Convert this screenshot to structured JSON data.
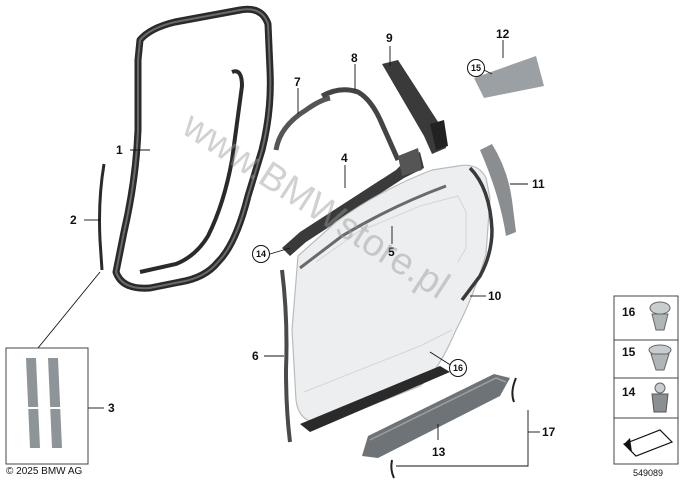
{
  "part_labels": {
    "p1": "1",
    "p2": "2",
    "p3": "3",
    "p4": "4",
    "p5": "5",
    "p6": "6",
    "p7": "7",
    "p8": "8",
    "p9": "9",
    "p10": "10",
    "p11": "11",
    "p12": "12",
    "p13": "13",
    "p17": "17"
  },
  "circled_refs": {
    "c12": "15",
    "c4": "14",
    "c5": "16"
  },
  "fastener_legend": [
    {
      "number": "16",
      "icon": "pin-clip-icon"
    },
    {
      "number": "15",
      "icon": "expanding-rivet-icon"
    },
    {
      "number": "14",
      "icon": "push-clip-icon"
    }
  ],
  "footer": {
    "copyright": "© 2025 BMW AG",
    "diagram_number": "549089"
  },
  "watermark": "www.BMWstore.pl",
  "colors": {
    "seal": "#2a2a2a",
    "door_panel": "#eceeef",
    "trim": "#7a7a7a",
    "inset_strip": "#9aa0a4"
  }
}
